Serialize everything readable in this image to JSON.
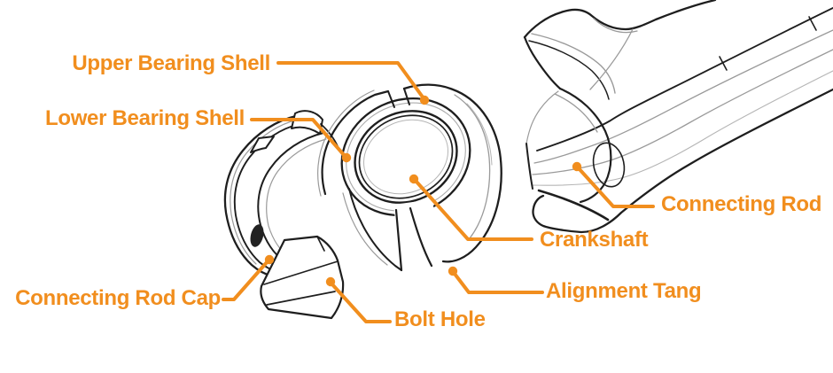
{
  "diagram": {
    "type": "labeled-technical-illustration",
    "subject": "Connecting rod, bearing shells and connecting rod cap exploded view",
    "colors": {
      "accent": "#F18E1E",
      "line_dark": "#1E1E1E",
      "line_light": "#9A9A9A",
      "background": "#FFFFFF"
    }
  },
  "labels": {
    "upper_bearing_shell": "Upper Bearing Shell",
    "lower_bearing_shell": "Lower Bearing Shell",
    "connecting_rod": "Connecting Rod",
    "crankshaft": "Crankshaft",
    "alignment_tang": "Alignment Tang",
    "connecting_rod_cap": "Connecting Rod Cap",
    "bolt_hole": "Bolt Hole"
  }
}
